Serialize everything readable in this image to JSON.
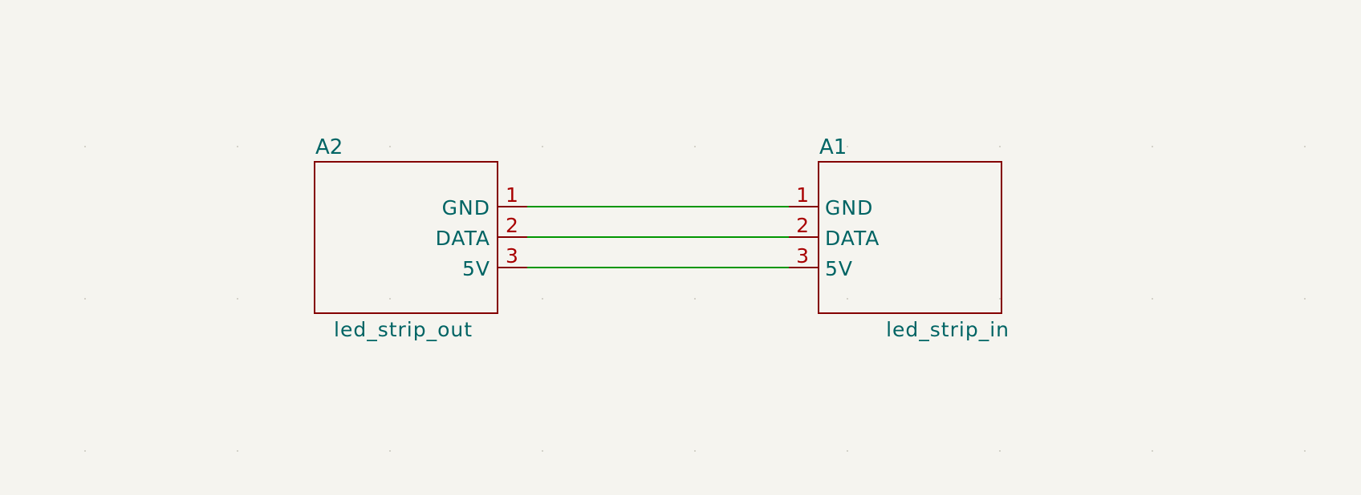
{
  "colors": {
    "background": "#f5f4ef",
    "symbol_outline": "#840000",
    "pin_number": "#a90000",
    "text": "#006464",
    "wire": "#009600",
    "grid_dot": "#c8c6bd"
  },
  "components": {
    "a2": {
      "reference": "A2",
      "value": "led_strip_out",
      "pins": [
        {
          "number": "1",
          "name": "GND"
        },
        {
          "number": "2",
          "name": "DATA"
        },
        {
          "number": "3",
          "name": "5V"
        }
      ]
    },
    "a1": {
      "reference": "A1",
      "value": "led_strip_in",
      "pins": [
        {
          "number": "1",
          "name": "GND"
        },
        {
          "number": "2",
          "name": "DATA"
        },
        {
          "number": "3",
          "name": "5V"
        }
      ]
    }
  },
  "wires": [
    {
      "net": "GND",
      "from": "A2 pin 1",
      "to": "A1 pin 1"
    },
    {
      "net": "DATA",
      "from": "A2 pin 2",
      "to": "A1 pin 2"
    },
    {
      "net": "5V",
      "from": "A2 pin 3",
      "to": "A1 pin 3"
    }
  ]
}
